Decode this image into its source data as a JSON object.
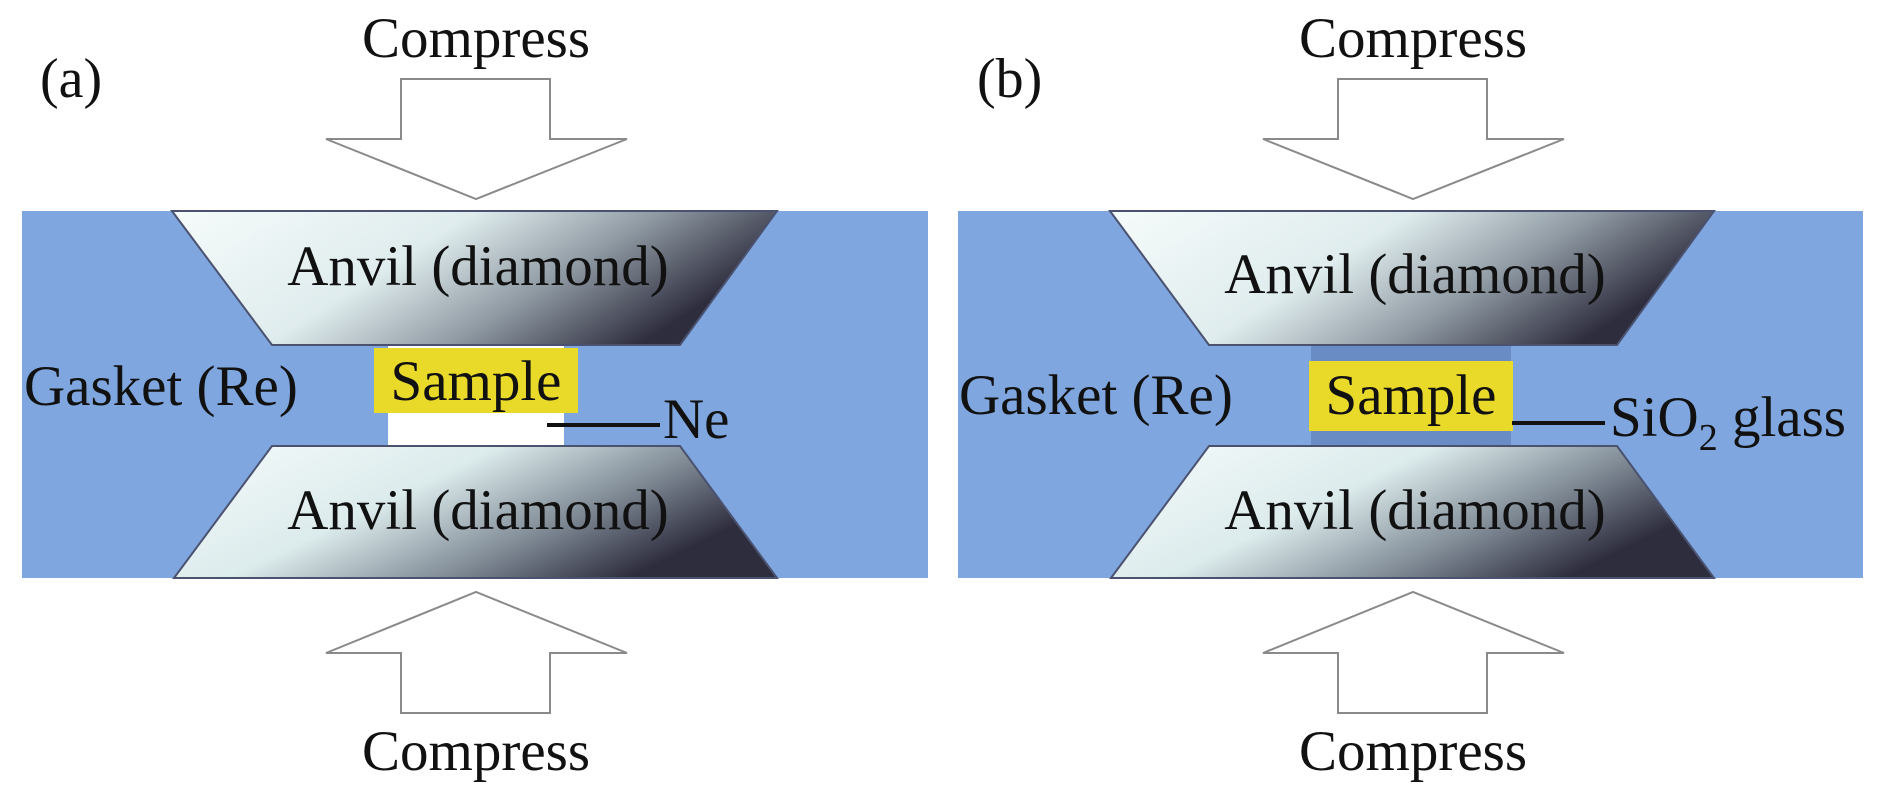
{
  "figure": {
    "colors": {
      "gasket": "#7fa6de",
      "sample": "#e9d929",
      "ne_medium": "#ffffff",
      "sio2_medium": "#6a8cc4",
      "anvil_light": "#f2fafa",
      "anvil_mid": "#c7d6d8",
      "anvil_dark": "#2e2d3e",
      "arrow_stroke": "#8a8a8a",
      "text": "#111111"
    },
    "panels": [
      {
        "id": "a",
        "label": "(a)",
        "top_arrow_label": "Compress",
        "bottom_arrow_label": "Compress",
        "upper_anvil_label": "Anvil (diamond)",
        "lower_anvil_label": "Anvil (diamond)",
        "gasket_label": "Gasket (Re)",
        "sample_label": "Sample",
        "medium_label": "Ne",
        "medium_subscript": "",
        "medium_suffix": "",
        "medium_type": "ne"
      },
      {
        "id": "b",
        "label": "(b)",
        "top_arrow_label": "Compress",
        "bottom_arrow_label": "Compress",
        "upper_anvil_label": "Anvil (diamond)",
        "lower_anvil_label": "Anvil (diamond)",
        "gasket_label": "Gasket (Re)",
        "sample_label": "Sample",
        "medium_label": "SiO",
        "medium_subscript": "2",
        "medium_suffix": " glass",
        "medium_type": "sio2"
      }
    ]
  }
}
